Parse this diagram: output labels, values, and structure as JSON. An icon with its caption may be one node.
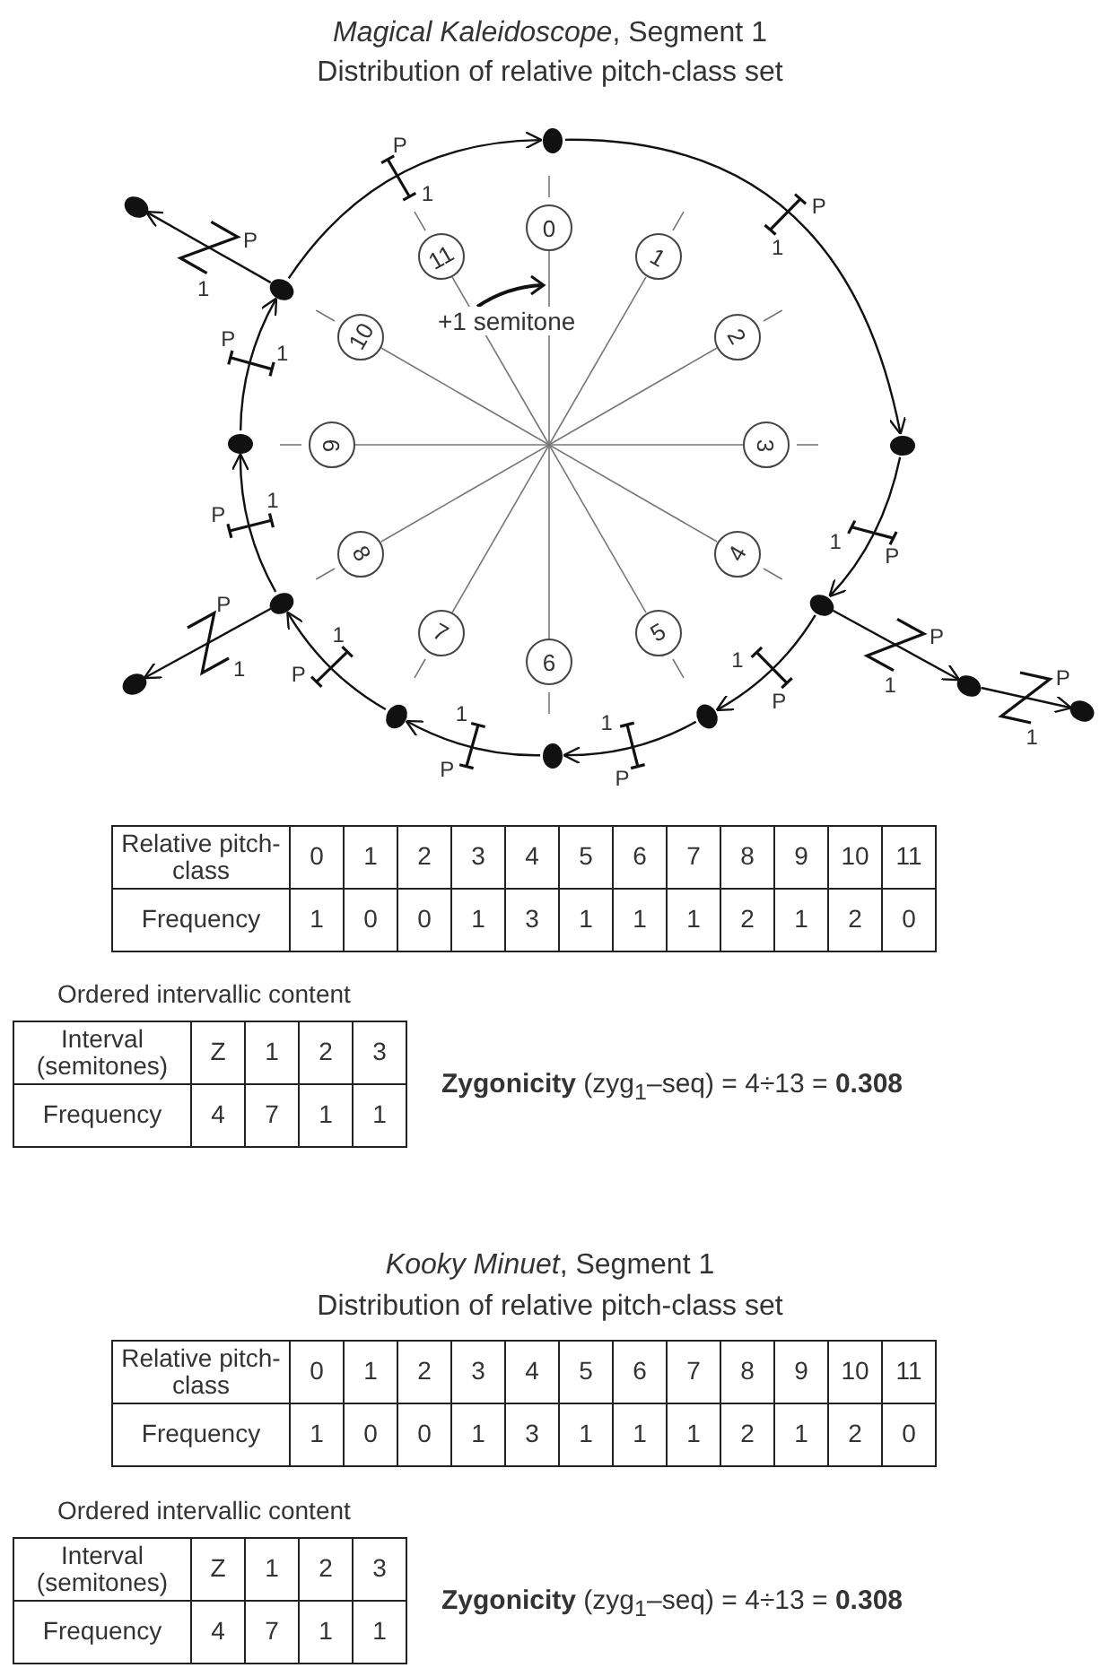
{
  "diagram": {
    "title": "*Magical Kaleidoscope*, Segment 1",
    "nodes": [
      {
        "text": [
          "0"
        ]
      },
      {
        "text": [
          "1"
        ]
      },
      {
        "text": [
          "2"
        ]
      },
      {
        "text": [
          "3"
        ]
      },
      {
        "text": [
          "4"
        ]
      },
      {
        "text": [
          "5"
        ]
      },
      {
        "text": [
          "6"
        ]
      },
      {
        "text": [
          "7"
        ]
      },
      {
        "text": [
          "8"
        ]
      },
      {
        "text": [
          "9"
        ]
      },
      {
        "text": [
          "10"
        ]
      },
      {
        "text": [
          "11"
        ]
      },
      {
        "text": [],
        "shape": "circle"
      },
      {
        "text": [],
        "shape": "circle"
      },
      {
        "text": [],
        "shape": "circle"
      },
      {
        "text": [],
        "shape": "circle"
      },
      {
        "text": [],
        "shape": "circle"
      },
      {
        "text": [],
        "shape": "circle"
      },
      {
        "text": [],
        "shape": "circle"
      },
      {
        "text": [],
        "shape": "circle"
      },
      {
        "text": [],
        "shape": "circle"
      },
      {
        "text": [],
        "shape": "circle"
      },
      {
        "text": [],
        "shape": "circle"
      },
      {
        "text": [],
        "shape": "circle"
      },
      {
        "text": [],
        "shape": "circle"
      }
    ],
    "edges": [
      {
        "from": 14,
        "to": 12,
        "arrow": "to"
      },
      {
        "from": 12,
        "to": 16,
        "arrow": "to"
      },
      {
        "from": 16,
        "to": 18,
        "arrow": "to"
      },
      {
        "from": 18,
        "to": 20,
        "arrow": "to"
      },
      {
        "from": 20,
        "to": 23,
        "arrow": "to"
      },
      {
        "from": 18,
        "to": 22,
        "arrow": "to"
      },
      {
        "from": 22,
        "to": 24,
        "arrow": "to"
      },
      {
        "from": 24,
        "to": 21,
        "arrow": "to"
      },
      {
        "from": 21,
        "to": 17,
        "arrow": "to"
      },
      {
        "from": 17,
        "to": 19,
        "arrow": "to"
      },
      {
        "from": 17,
        "to": 15,
        "arrow": "to"
      },
      {
        "from": 15,
        "to": 14,
        "arrow": "to"
      },
      {
        "from": 14,
        "to": 13,
        "arrow": "to"
      }
    ],
    "labels": [
      "Distribution of relative pitch-class set",
      "P",
      "1",
      "P",
      "1",
      "P",
      "1",
      "P",
      "1",
      "P",
      "1",
      "P",
      "1",
      "P",
      "1",
      "P",
      "1",
      "P",
      "1",
      "P",
      "1",
      "P",
      "1",
      "P",
      "1",
      "P",
      "1",
      "+1 semitone",
      "Relative pitch-class",
      "0",
      "1",
      "2",
      "3",
      "4",
      "5",
      "6",
      "7",
      "8",
      "9",
      "10",
      "11",
      "Frequency",
      "1",
      "0",
      "0",
      "1",
      "3",
      "1",
      "1",
      "1",
      "2",
      "1",
      "2",
      "0",
      "Ordered intervallic content",
      "Interval (semitones)",
      "Z",
      "1",
      "2",
      "3",
      "Frequency",
      "4",
      "7",
      "1",
      "1",
      "**Zygonicity** (zyg$_{1}$–seq) = 4÷13 = **0.308**",
      "*Kooky Minuet*, Segment 1",
      "Distribution of relative pitch-class set",
      "Relative pitch-class",
      "0",
      "1",
      "2",
      "3",
      "4",
      "5",
      "6",
      "7",
      "8",
      "9",
      "10",
      "11",
      "Frequency",
      "1",
      "0",
      "0",
      "1",
      "3",
      "1",
      "1",
      "1",
      "2",
      "1",
      "2",
      "0",
      "Ordered intervallic content",
      "Interval (semitones)",
      "Z",
      "1",
      "2",
      "3",
      "Frequency",
      "4",
      "7",
      "1",
      "1",
      "**Zygonicity** (zyg$_{1}$–seq) = 4÷13 = **0.308**"
    ]
  }
}
